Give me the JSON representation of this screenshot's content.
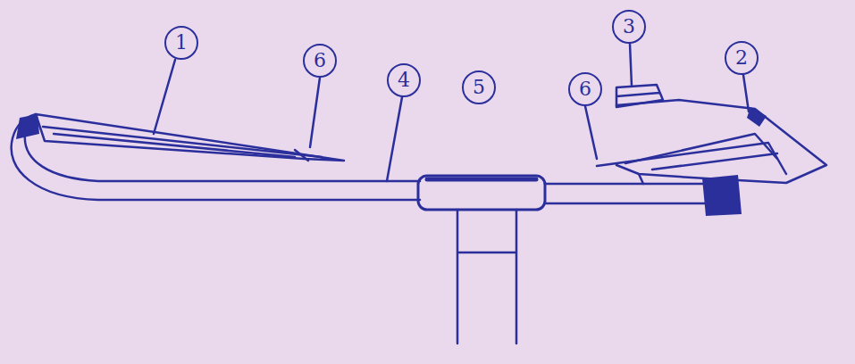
{
  "diagram": {
    "labels": [
      "1",
      "6",
      "4",
      "5",
      "6",
      "3",
      "2"
    ]
  }
}
